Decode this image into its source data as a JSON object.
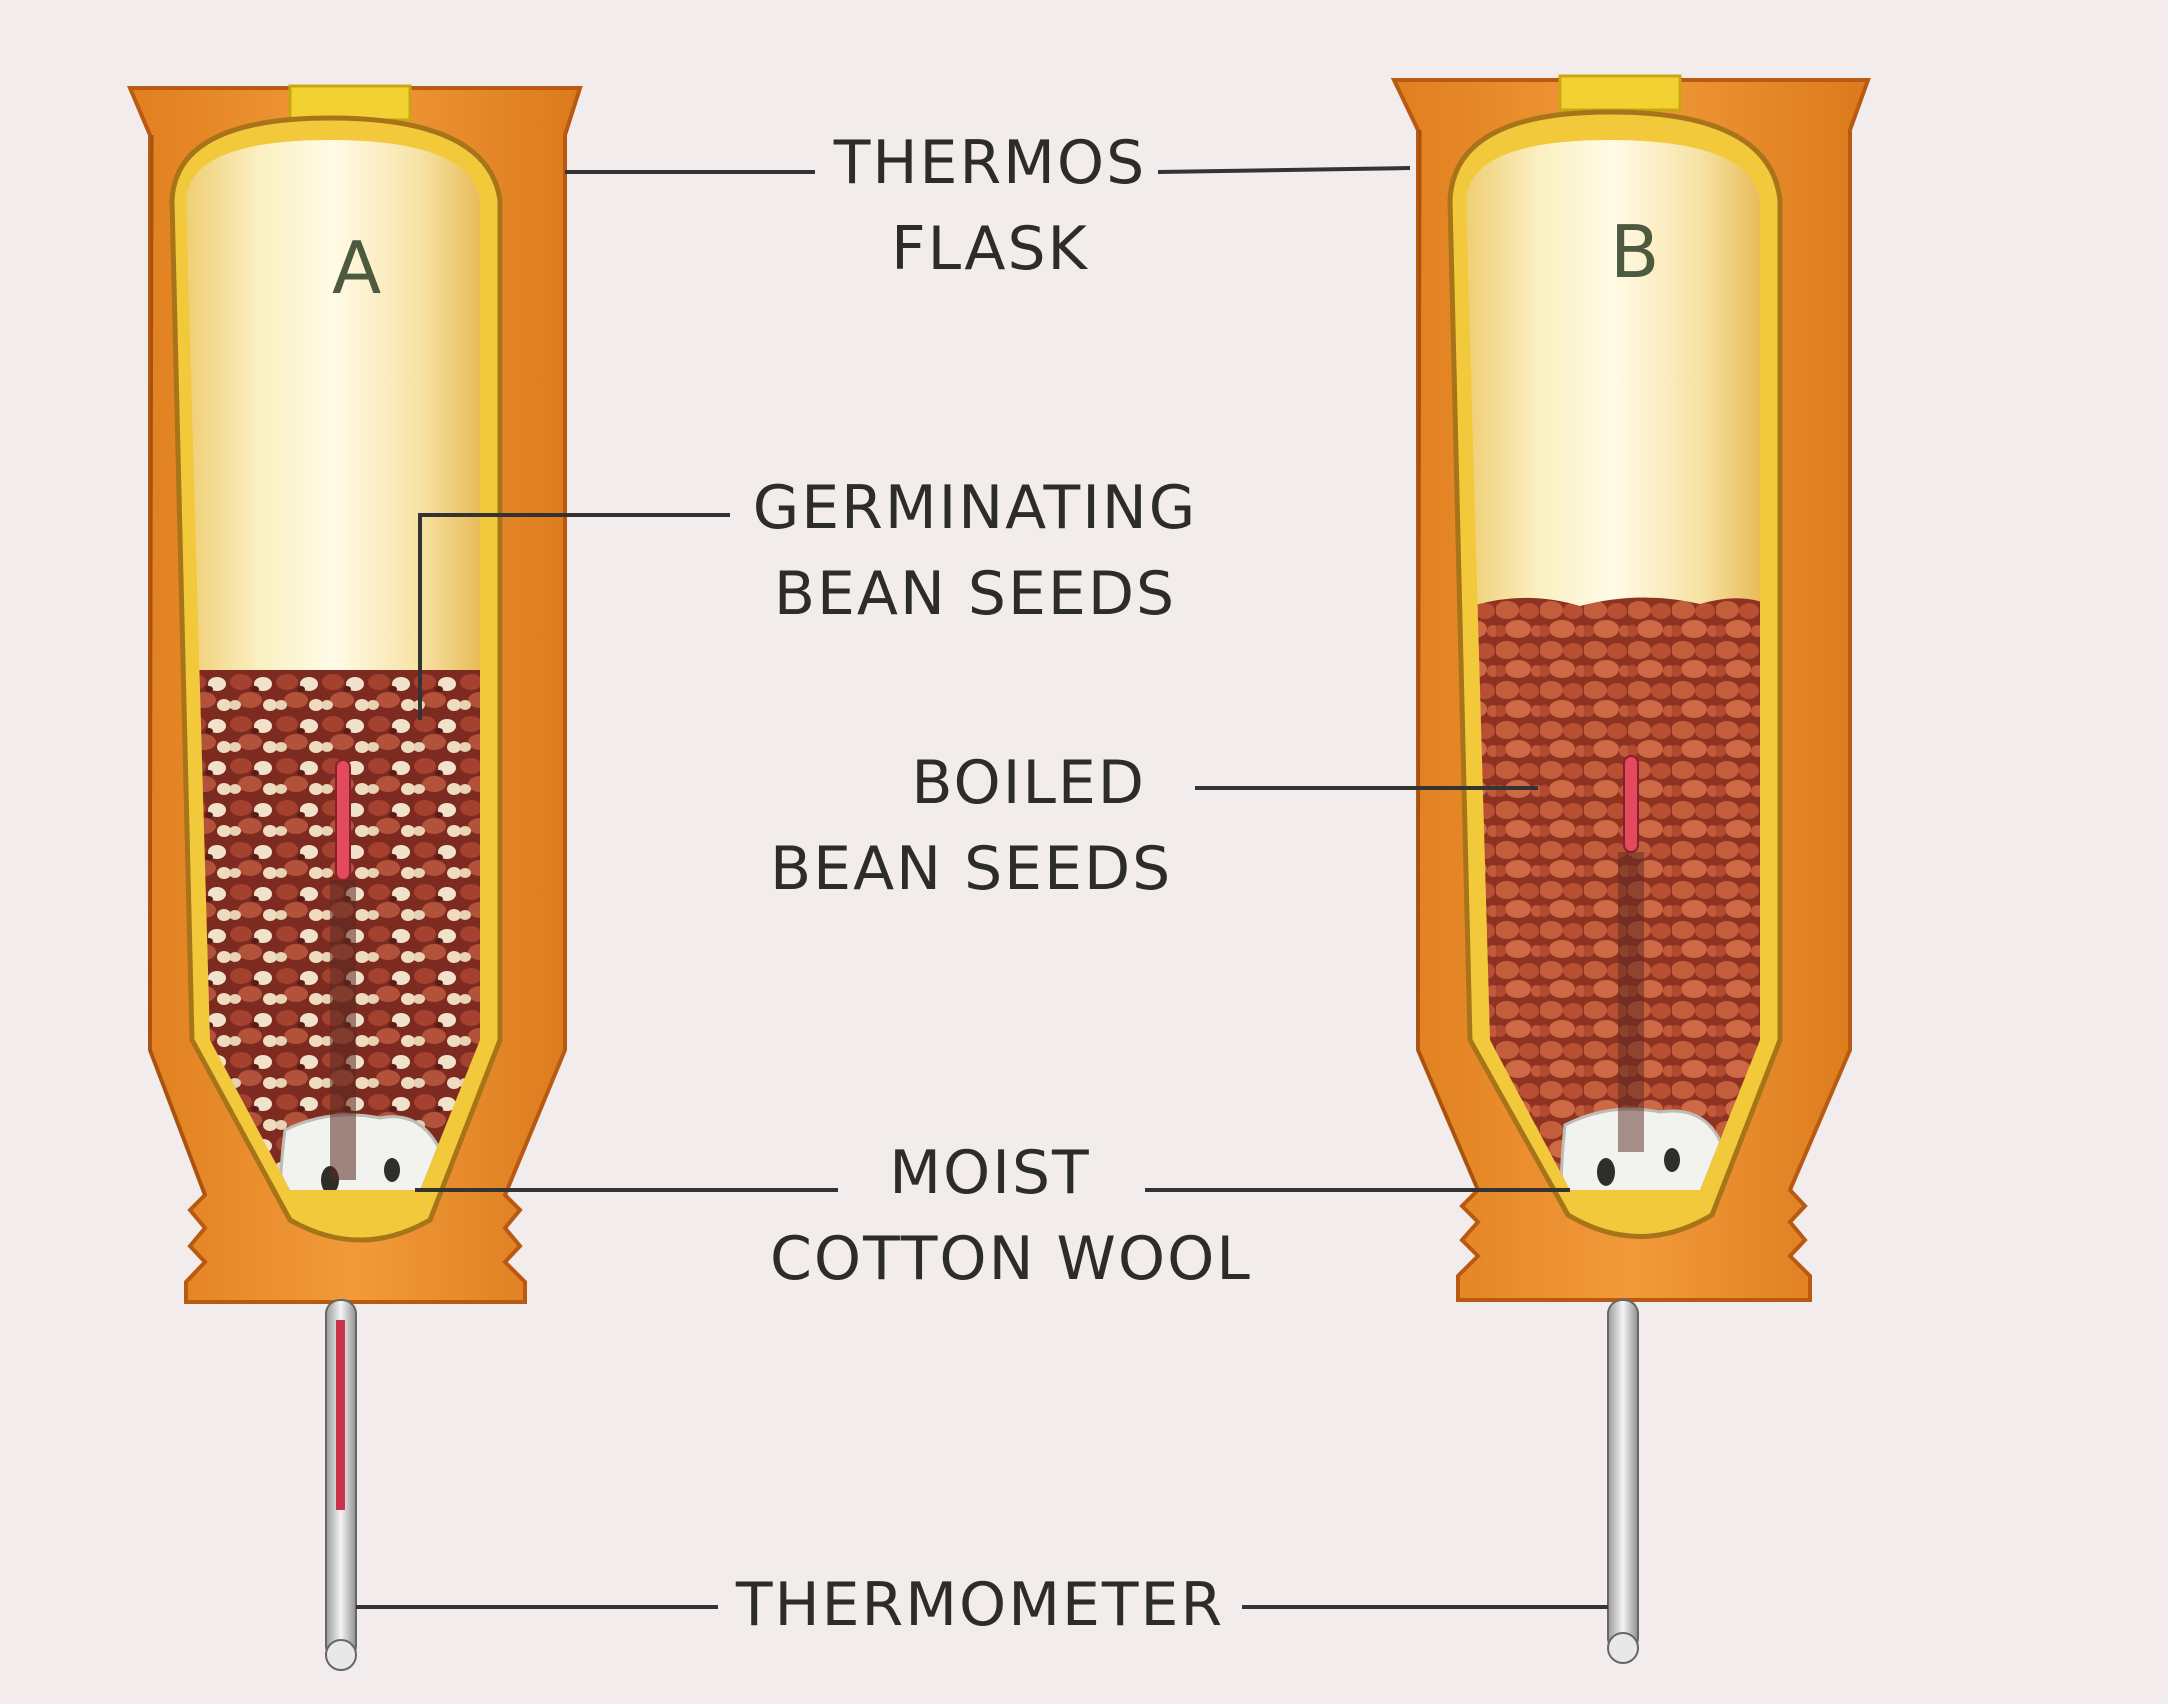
{
  "labels": {
    "thermos_flask": [
      "THERMOS",
      "FLASK"
    ],
    "germinating": [
      "GERMINATING",
      "BEAN SEEDS"
    ],
    "boiled": [
      "BOILED",
      "BEAN SEEDS"
    ],
    "cotton": [
      "MOIST",
      "COTTON WOOL"
    ],
    "thermometer": "THERMOMETER"
  },
  "flasks": {
    "a": {
      "letter": "A",
      "contents": "germinating bean seeds"
    },
    "b": {
      "letter": "B",
      "contents": "boiled bean seeds"
    }
  },
  "colors": {
    "background": "#f3ecec",
    "flask_body": "#e98a2a",
    "flask_inner": "#f6e7a0",
    "stopper": "#f2d233",
    "germinating_seeds": "#9b3a2c",
    "boiled_seeds": "#b8502f",
    "cotton": "#f2f2ee",
    "mercury": "#d6324a",
    "leader_line": "#333333"
  }
}
